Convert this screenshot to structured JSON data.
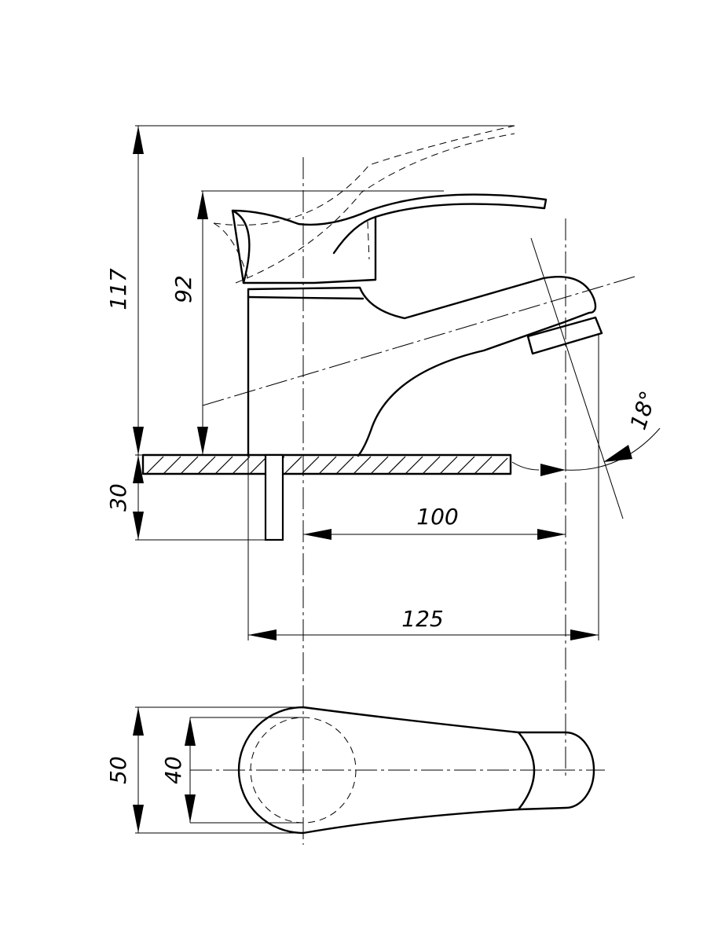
{
  "dimensions": {
    "total_height": "117",
    "body_height": "92",
    "mount_depth": "30",
    "spout_reach": "100",
    "overall_length": "125",
    "spout_angle": "18°",
    "handle_width": "50",
    "base_diameter": "40"
  }
}
